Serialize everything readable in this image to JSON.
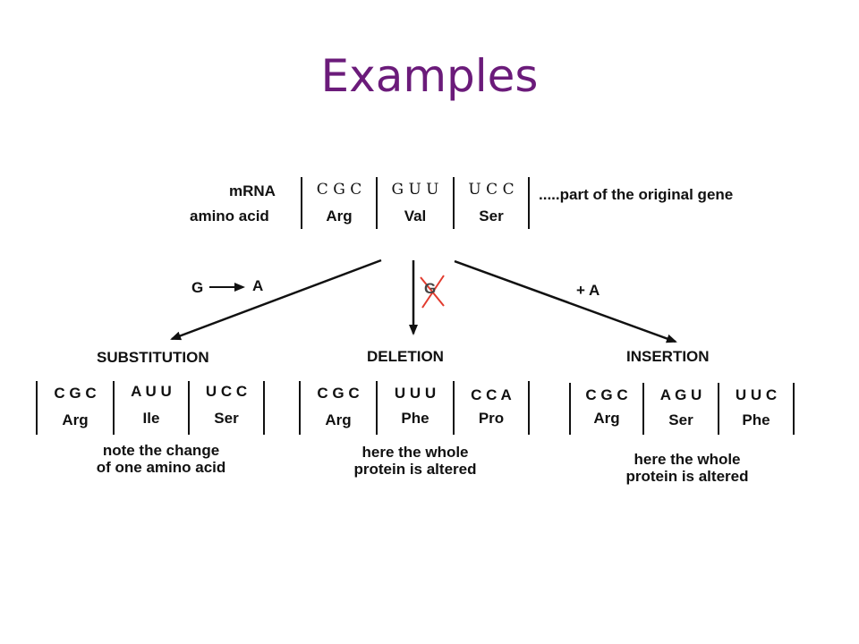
{
  "title": "Examples",
  "original": {
    "row_labels": [
      "mRNA",
      "amino acid"
    ],
    "codons": [
      {
        "codon": "C G C",
        "amino": "Arg"
      },
      {
        "codon": "G U U",
        "amino": "Val"
      },
      {
        "codon": "U C C",
        "amino": "Ser"
      }
    ],
    "note": ".....part of the original gene"
  },
  "arrows": {
    "substitution_label": "G",
    "substitution_target": "A",
    "deletion_label": "G",
    "insertion_label": "+ A"
  },
  "mutations": [
    {
      "name": "SUBSTITUTION",
      "codons": [
        {
          "codon": "C G C",
          "amino": "Arg"
        },
        {
          "codon": "A U U",
          "amino": "Ile"
        },
        {
          "codon": "U C C",
          "amino": "Ser"
        }
      ],
      "note_line1": "note the change",
      "note_line2": "of one amino acid"
    },
    {
      "name": "DELETION",
      "codons": [
        {
          "codon": "C G C",
          "amino": "Arg"
        },
        {
          "codon": "U U U",
          "amino": "Phe"
        },
        {
          "codon": "C C A",
          "amino": "Pro"
        }
      ],
      "note_line1": "here the whole",
      "note_line2": "protein is altered"
    },
    {
      "name": "INSERTION",
      "codons": [
        {
          "codon": "C G C",
          "amino": "Arg"
        },
        {
          "codon": "A G U",
          "amino": "Ser"
        },
        {
          "codon": "U U C",
          "amino": "Phe"
        }
      ],
      "note_line1": "here the whole",
      "note_line2": "protein is altered"
    }
  ],
  "colors": {
    "title": "#6b1b7a",
    "deleted_mark": "#e23b2e"
  }
}
